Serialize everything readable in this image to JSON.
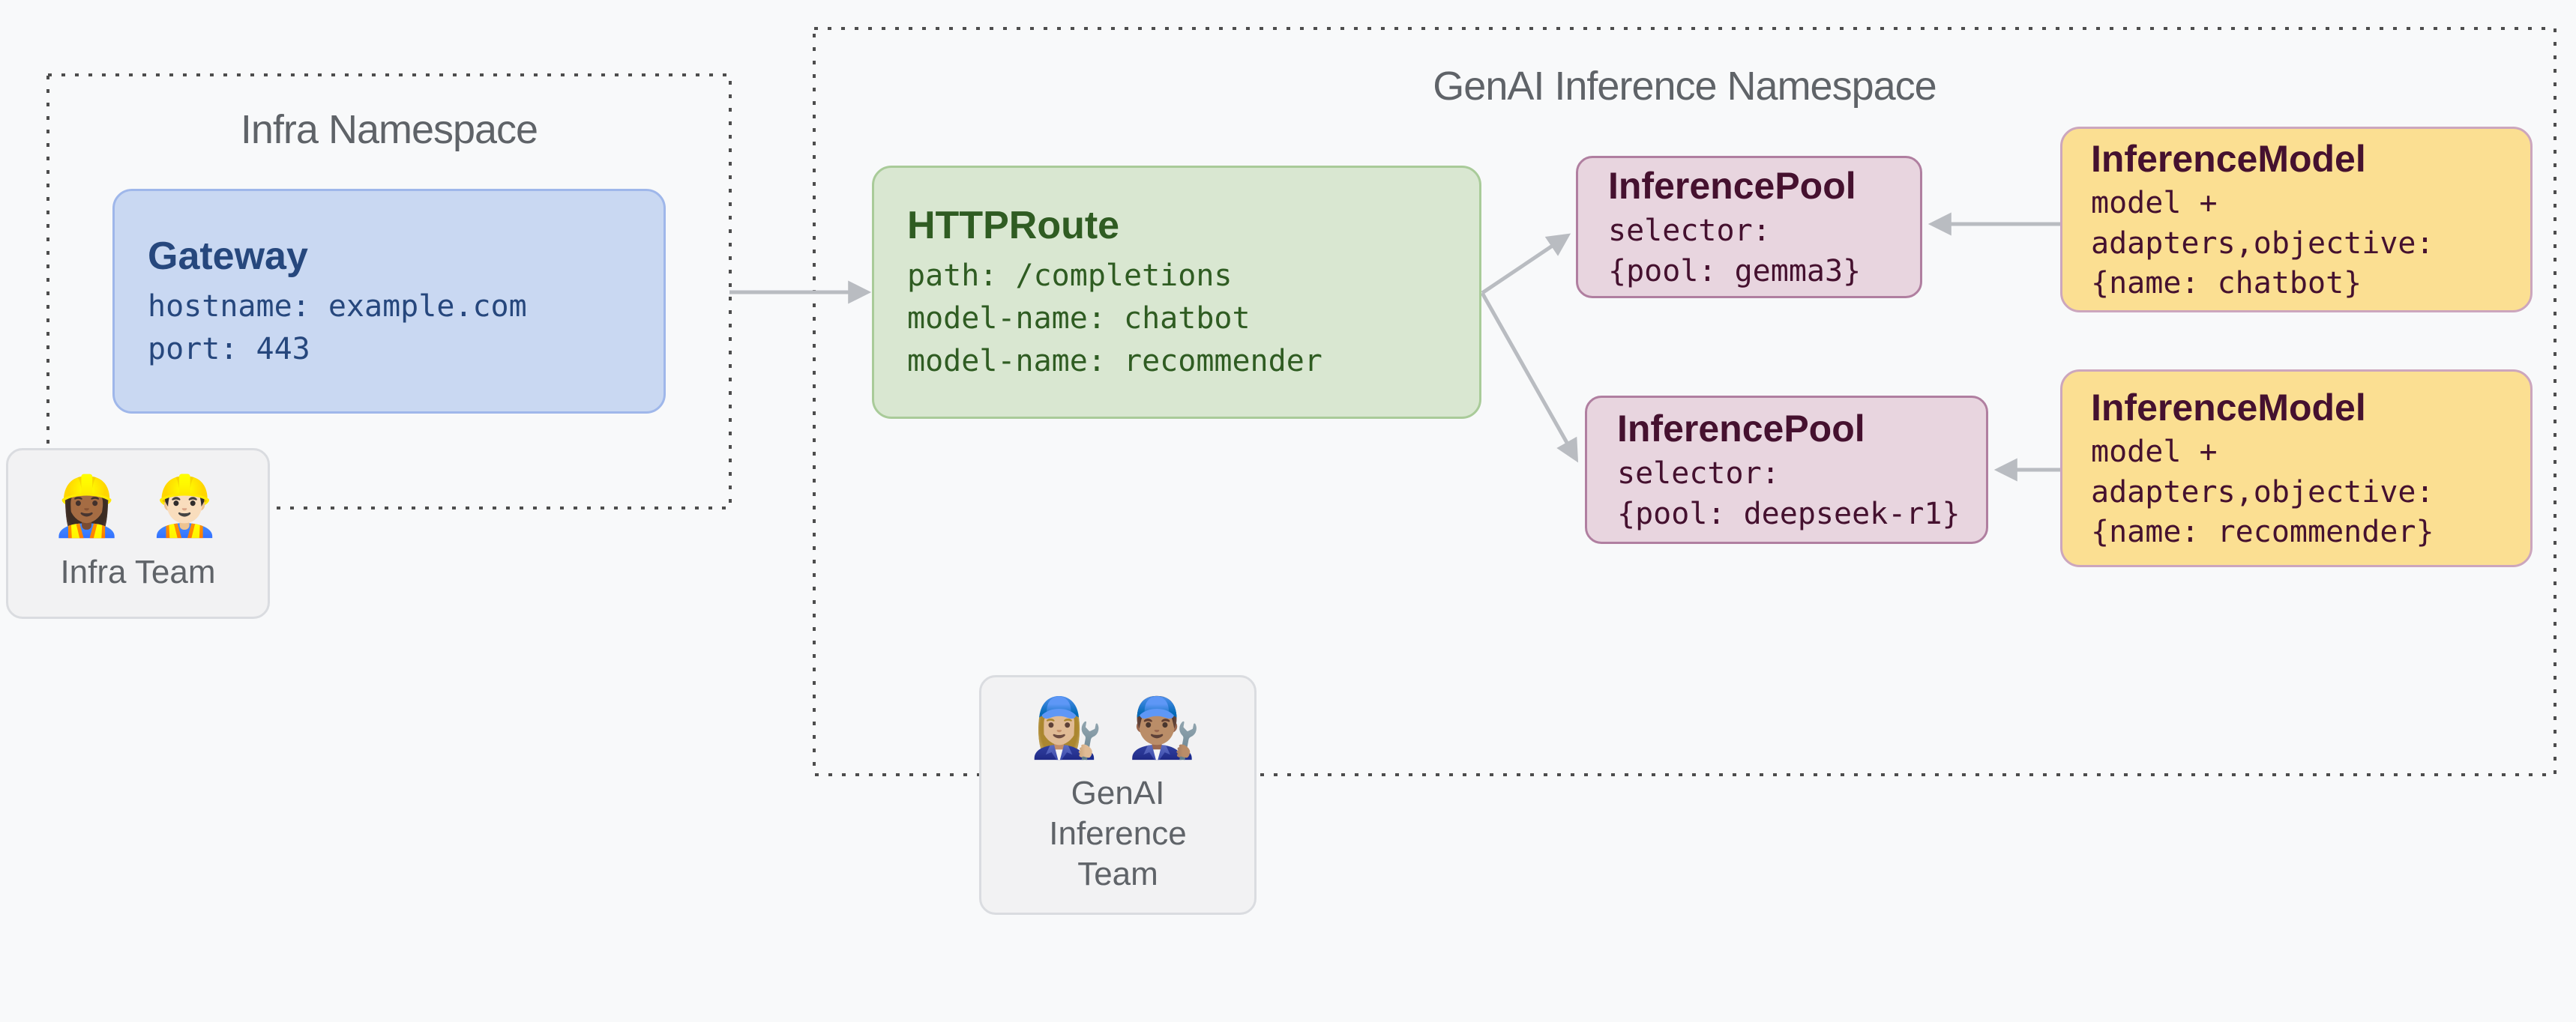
{
  "colors": {
    "canvas-bg": "#f8f9fa",
    "ns-border": "#4d4d4d",
    "ns-title": "#5f6368",
    "gateway-fill": "#c9d8f2",
    "gateway-border": "#9fb7ea",
    "gateway-text": "#26477d",
    "route-fill": "#d9e7d1",
    "route-border": "#a9cb99",
    "route-text": "#2f5c22",
    "pool-fill": "#e8d5df",
    "pool-border": "#b07fa0",
    "pool-text": "#45112f",
    "model-fill": "#fbdf92",
    "model-border": "#cca6bd",
    "model-text": "#45112f",
    "team-fill": "#f2f2f3",
    "team-border": "#dadce0",
    "team-text": "#5f6368",
    "arrow": "#b9bcc1"
  },
  "namespaces": {
    "infra": {
      "title": "Infra Namespace"
    },
    "genai": {
      "title": "GenAI Inference Namespace"
    }
  },
  "nodes": {
    "gateway": {
      "title": "Gateway",
      "lines": [
        "hostname: example.com",
        "port: 443"
      ]
    },
    "httproute": {
      "title": "HTTPRoute",
      "lines": [
        "path: /completions",
        "model-name: chatbot",
        "model-name: recommender"
      ]
    },
    "pool_gemma3": {
      "title": "InferencePool",
      "lines": [
        "selector:",
        "{pool: gemma3}"
      ]
    },
    "pool_deepseek": {
      "title": "InferencePool",
      "lines": [
        "selector:",
        "{pool: deepseek-r1}"
      ]
    },
    "model_chatbot": {
      "title": "InferenceModel",
      "lines": [
        "model +",
        "adapters,objective:",
        "{name: chatbot}"
      ]
    },
    "model_recommender": {
      "title": "InferenceModel",
      "lines": [
        "model +",
        "adapters,objective:",
        "{name: recommender}"
      ]
    }
  },
  "teams": {
    "infra": {
      "emojis": "👷🏾‍♀️ 👷🏻‍♂️",
      "label": "Infra Team"
    },
    "genai": {
      "emojis": "👩🏼‍🔧 👨🏽‍🔧",
      "label": "GenAI Inference Team"
    }
  }
}
